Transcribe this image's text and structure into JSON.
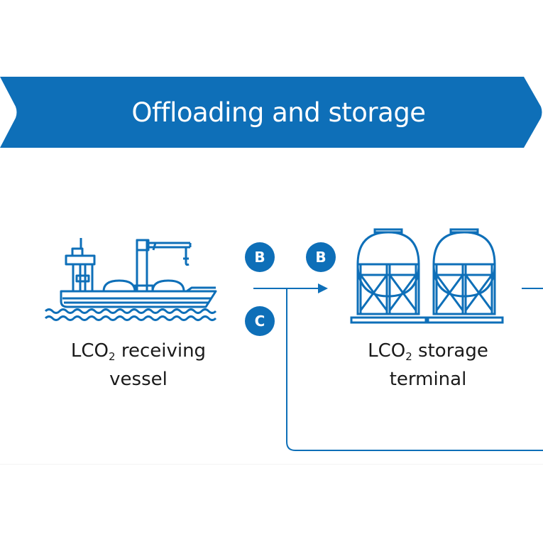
{
  "banner": {
    "title": "Offloading and storage",
    "color": "#0e6fb8"
  },
  "colors": {
    "accent": "#0e6fb8",
    "text": "#1a1a1a",
    "background": "#ffffff"
  },
  "nodes": [
    {
      "id": "receiving-vessel",
      "icon": "ship-with-crane-icon",
      "label_prefix": "LCO",
      "label_subscript": "2",
      "label_line1_rest": " receiving",
      "label_line2": "vessel"
    },
    {
      "id": "storage-terminal",
      "icon": "storage-tanks-icon",
      "label_prefix": "LCO",
      "label_subscript": "2",
      "label_line1_rest": " storage",
      "label_line2": "terminal"
    }
  ],
  "badges": [
    {
      "letter": "B"
    },
    {
      "letter": "B"
    },
    {
      "letter": "C"
    }
  ]
}
